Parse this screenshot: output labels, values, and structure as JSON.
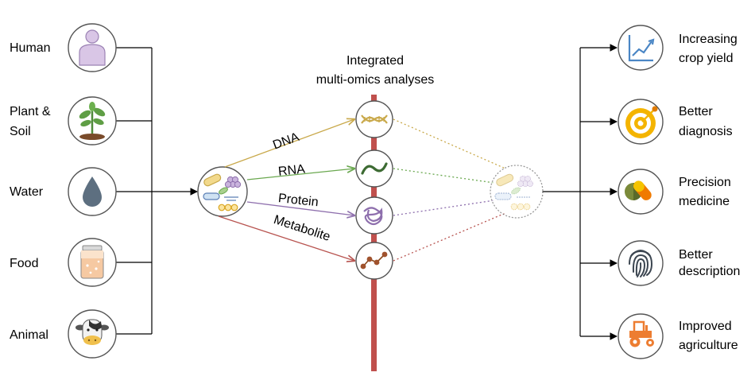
{
  "title": {
    "line1": "Integrated",
    "line2": "multi-omics analyses"
  },
  "sources": [
    {
      "lines": [
        "Human"
      ],
      "icon": "person-icon"
    },
    {
      "lines": [
        "Plant &",
        "Soil"
      ],
      "icon": "plant-icon"
    },
    {
      "lines": [
        "Water"
      ],
      "icon": "water-drop-icon"
    },
    {
      "lines": [
        "Food"
      ],
      "icon": "food-jar-icon"
    },
    {
      "lines": [
        "Animal"
      ],
      "icon": "cow-icon"
    }
  ],
  "omics": [
    {
      "label": "DNA",
      "color": "#c9a94b",
      "icon": "dna-icon"
    },
    {
      "label": "RNA",
      "color": "#6aa84f",
      "icon": "rna-icon"
    },
    {
      "label": "Protein",
      "color": "#8e6fad",
      "icon": "protein-icon"
    },
    {
      "label": "Metabolite",
      "color": "#b85450",
      "icon": "metabolite-icon"
    }
  ],
  "outcomes": [
    {
      "lines": [
        "Increasing",
        "crop yield"
      ],
      "icon": "growth-chart-icon"
    },
    {
      "lines": [
        "Better",
        "diagnosis"
      ],
      "icon": "target-icon"
    },
    {
      "lines": [
        "Precision",
        "medicine"
      ],
      "icon": "pills-icon"
    },
    {
      "lines": [
        "Better",
        "description"
      ],
      "icon": "fingerprint-icon"
    },
    {
      "lines": [
        "Improved",
        "agriculture"
      ],
      "icon": "tractor-icon"
    }
  ],
  "colors": {
    "bar": "#c0504d",
    "ring": "#555555",
    "line": "#000000"
  }
}
